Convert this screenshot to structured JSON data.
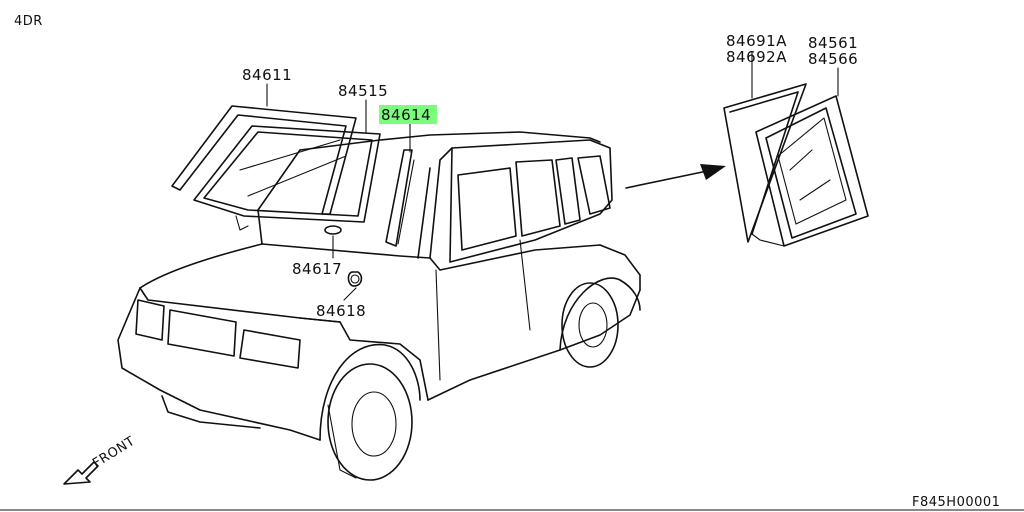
{
  "variant": "4DR",
  "figure_code": "F845H00001",
  "front_label": "FRONT",
  "highlight_color": "#7CFC7C",
  "callouts": {
    "p84611": "84611",
    "p84515": "84515",
    "p84614": "84614",
    "p84617": "84617",
    "p84618": "84618",
    "p84691A": "84691A",
    "p84692A": "84692A",
    "p84561": "84561",
    "p84566": "84566"
  },
  "highlighted_part": "84614"
}
